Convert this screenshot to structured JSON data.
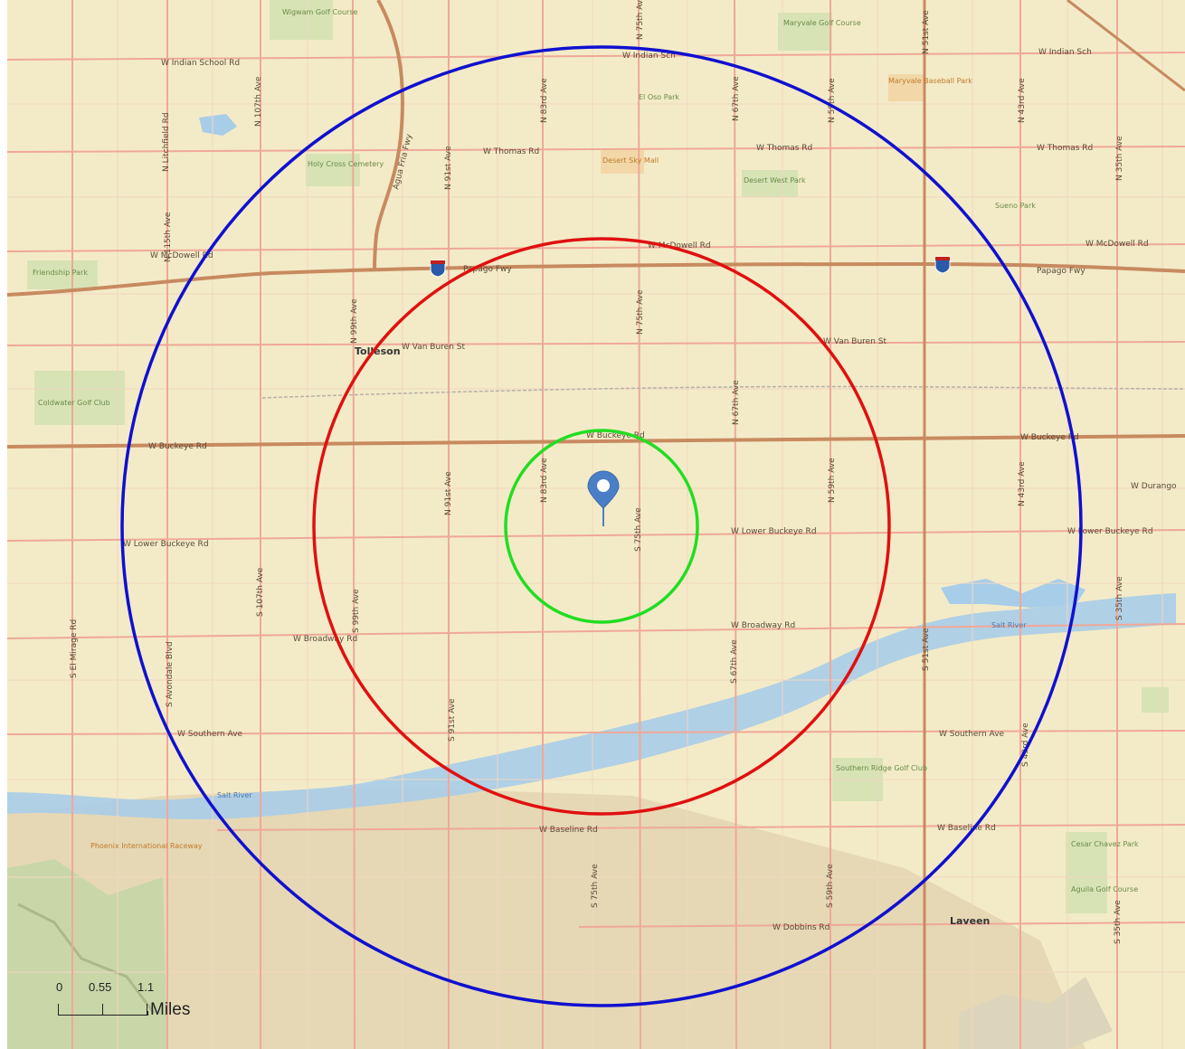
{
  "colors": {
    "inner_ring": "#22dd22",
    "middle_ring": "#e01010",
    "outer_ring": "#1010d0",
    "marker": "#4a7fc8",
    "land": "#f5ecc6",
    "road": "#f0a898",
    "highway": "#c88a60"
  },
  "icons": {
    "location": "location-pin-icon",
    "interstate": "interstate-shield-icon"
  },
  "places": {
    "tolleson": "Tolleson",
    "laveen": "Laveen"
  },
  "roads": {
    "indian_school_w": "W Indian School Rd",
    "indian_school_n": "W Indian Sch",
    "indian_school_e": "W Indian Sch",
    "thomas_1": "W Thomas Rd",
    "thomas_2": "W Thomas Rd",
    "thomas_3": "W Thomas Rd",
    "mcdowell_w": "W McDowell Rd",
    "mcdowell_c": "W McDowell Rd",
    "mcdowell_e": "W McDowell Rd",
    "papago_w": "Papago Fwy",
    "papago_e": "Papago Fwy",
    "loop101": "Agua Fria Fwy",
    "van_buren_w": "W Van Buren St",
    "van_buren_e": "W Van Buren St",
    "buckeye_w": "W Buckeye Rd",
    "buckeye_c": "W Buckeye Rd",
    "buckeye_e": "W Buckeye Rd",
    "durango": "W Durango",
    "lower_buckeye_w": "W Lower Buckeye Rd",
    "lower_buckeye_c": "W Lower Buckeye Rd",
    "lower_buckeye_e": "W Lower Buckeye Rd",
    "broadway_w": "W Broadway Rd",
    "broadway_e": "W Broadway Rd",
    "southern_w": "W Southern Ave",
    "southern_e": "W Southern Ave",
    "baseline_c": "W Baseline Rd",
    "baseline_e": "W Baseline Rd",
    "dobbins": "W Dobbins Rd",
    "litchfield": "N Litchfield Rd",
    "n115": "N 115th Ave",
    "n107": "N 107th Ave",
    "n99": "N 99th Ave",
    "n91": "N 91st Ave",
    "n83": "N 83rd Ave",
    "n75": "N 75th Ave",
    "n75b": "N 75th Ave",
    "n67": "N 67th Ave",
    "n59": "N 59th Ave",
    "n51": "N 51st Ave",
    "n43": "N 43rd Ave",
    "n35": "N 35th Ave",
    "n91b": "N 91st Ave",
    "n83b": "N 83rd Ave",
    "n67b": "N 67th Ave",
    "n59b": "N 59th Ave",
    "n43b": "N 43rd Ave",
    "s_el_mirage": "S El Mirage Rd",
    "s_avondale": "S Avondale Blvd",
    "s107": "S 107th Ave",
    "s99": "S 99th Ave",
    "s91": "S 91st Ave",
    "s75": "S 75th Ave",
    "s75b": "S 75th Ave",
    "s67": "S 67th Ave",
    "s59": "S 59th Ave",
    "s51": "S 51st Ave",
    "s35": "S 35th Ave",
    "s35b": "S 35th Ave",
    "s43": "S 43rd Ave"
  },
  "pois": {
    "wigwam": "Wigwam Golf Course",
    "maryvale_golf": "Maryvale Golf Course",
    "maryvale_park": "Maryvale Baseball Park",
    "holy_cross": "Holy Cross Cemetery",
    "el_oso": "El Oso Park",
    "desert_sky": "Desert Sky Mall",
    "desert_west": "Desert West Park",
    "sueno": "Sueno Park",
    "friendship": "Friendship Park",
    "coldwater": "Coldwater Golf Club",
    "southern_ridge": "Southern Ridge Golf Club",
    "pir": "Phoenix International Raceway",
    "cesar_chavez": "Cesar Chavez Park",
    "aguila": "Aguila Golf Course"
  },
  "water": {
    "salt_river_w": "Salt River",
    "salt_river_e": "Salt River"
  },
  "scale_bar": {
    "t0": "0",
    "t1": "0.55",
    "t2": "1.1",
    "unit": "Miles"
  }
}
